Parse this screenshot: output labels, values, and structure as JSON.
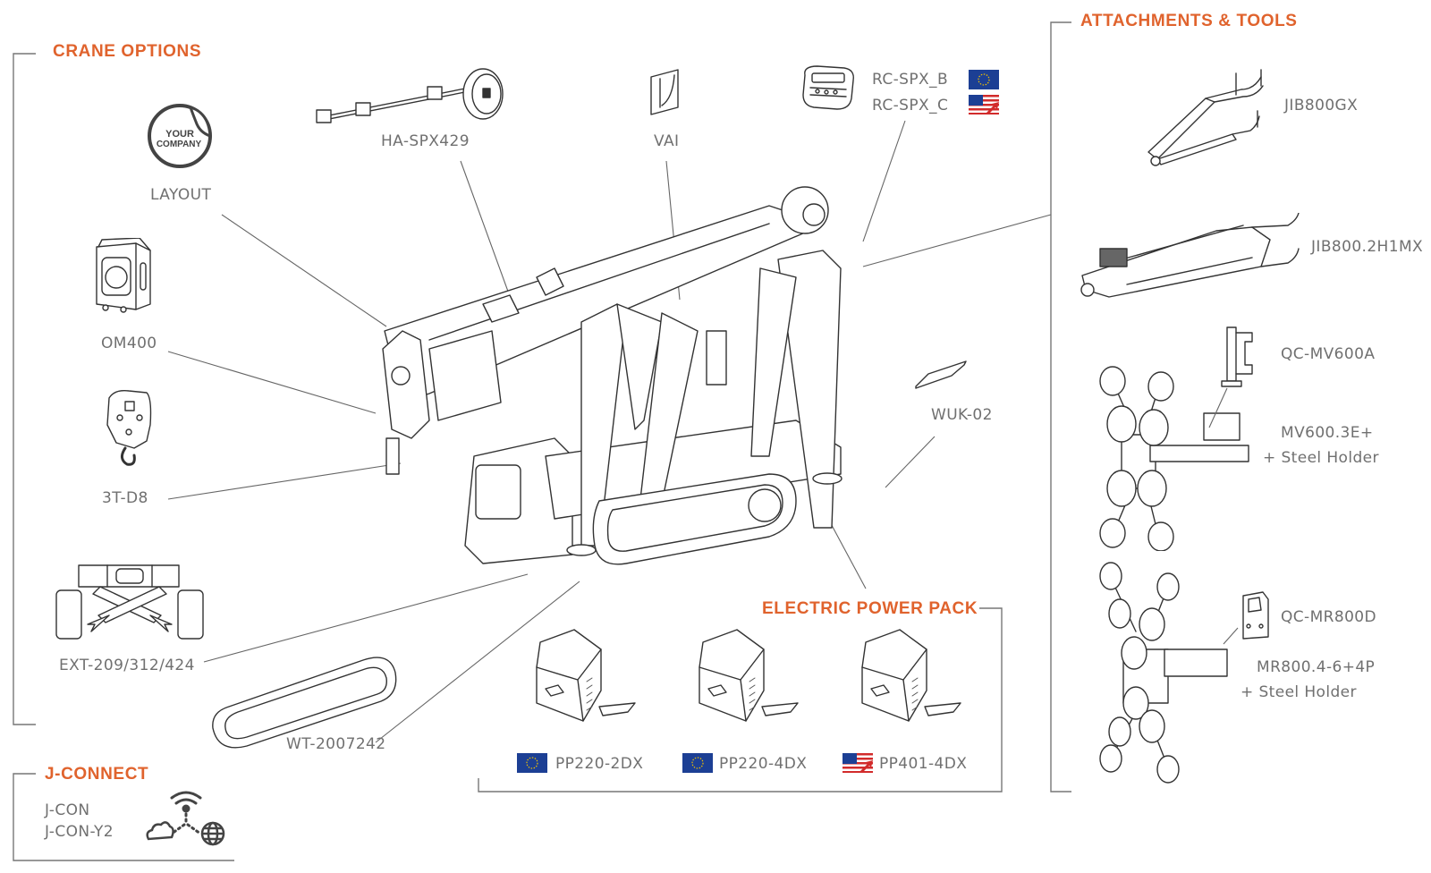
{
  "sections": {
    "crane_options": {
      "title": "CRANE OPTIONS",
      "items": [
        {
          "code": "LAYOUT",
          "icon": "company-sticker-icon",
          "sticker_text": [
            "YOUR",
            "COMPANY"
          ]
        },
        {
          "code": "OM400",
          "icon": "winch-box-icon"
        },
        {
          "code": "3T-D8",
          "icon": "hook-block-icon"
        },
        {
          "code": "EXT-209/312/424",
          "icon": "outrigger-extension-icon"
        }
      ]
    },
    "top_options": [
      {
        "code": "HA-SPX429",
        "icon": "hose-reel-icon"
      },
      {
        "code": "VAI",
        "icon": "inclinometer-icon"
      }
    ],
    "remote_controls": {
      "icon": "remote-control-icon",
      "items": [
        {
          "code": "RC-SPX_B",
          "region": "EU",
          "flag": "eu-flag-icon"
        },
        {
          "code": "RC-SPX_C",
          "region": "US",
          "flag": "us-flag-icon"
        }
      ]
    },
    "other_options": [
      {
        "code": "WUK-02",
        "icon": "wear-pad-icon"
      },
      {
        "code": "WT-2007242",
        "icon": "track-icon"
      }
    ],
    "electric_power_pack": {
      "title": "ELECTRIC POWER PACK",
      "items": [
        {
          "code": "PP220-2DX",
          "region": "EU",
          "flag": "eu-flag-icon"
        },
        {
          "code": "PP220-4DX",
          "region": "EU",
          "flag": "eu-flag-icon"
        },
        {
          "code": "PP401-4DX",
          "region": "US",
          "flag": "us-flag-icon"
        }
      ]
    },
    "attachments_tools": {
      "title": "ATTACHMENTS & TOOLS",
      "items": [
        {
          "code": "JIB800GX",
          "icon": "jib-icon"
        },
        {
          "code": "JIB800.2H1MX",
          "icon": "hydraulic-jib-icon"
        },
        {
          "code": "QC-MV600A",
          "icon": "quick-coupler-icon"
        },
        {
          "code": "MV600.3E+",
          "sub": "+ Steel Holder",
          "icon": "vacuum-lifter-icon"
        },
        {
          "code": "QC-MR800D",
          "icon": "quick-coupler-icon"
        },
        {
          "code": "MR800.4-6+4P",
          "sub": "+ Steel Holder",
          "icon": "vacuum-lifter-icon"
        }
      ]
    },
    "j_connect": {
      "title": "J-CONNECT",
      "items": [
        "J-CON",
        "J-CON-Y2"
      ],
      "icons": [
        "wifi-icon",
        "cloud-icon",
        "globe-icon"
      ]
    }
  },
  "colors": {
    "accent": "#e0632d",
    "text": "#707070",
    "line": "#333333",
    "eu_blue": "#1c3f94",
    "eu_star": "#f2c200",
    "us_red": "#d22b2b"
  }
}
